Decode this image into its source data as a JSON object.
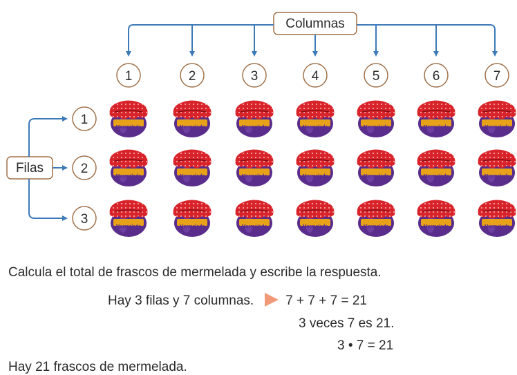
{
  "diagram": {
    "columns_label": "Columnas",
    "rows_label": "Filas",
    "column_numbers": [
      "1",
      "2",
      "3",
      "4",
      "5",
      "6",
      "7"
    ],
    "row_numbers": [
      "1",
      "2",
      "3"
    ],
    "jar_label": "Mermelada",
    "colors": {
      "connector": "#3d7ab8",
      "lid": "#d8232a",
      "lid_dots": "#f5a3a3",
      "jar_body": "#5a2d8c",
      "label": "#e8a21a",
      "circle_border": "#a0714a"
    }
  },
  "text": {
    "instruction": "Calcula el total de frascos de mermelada y escribe la respuesta.",
    "line1_text": "Hay 3 filas y 7 columnas.",
    "line1_expr": "7 + 7 + 7 = 21",
    "line2": "3 veces 7 es 21.",
    "line3": "3 • 7 = 21",
    "answer": "Hay 21 frascos de mermelada."
  }
}
